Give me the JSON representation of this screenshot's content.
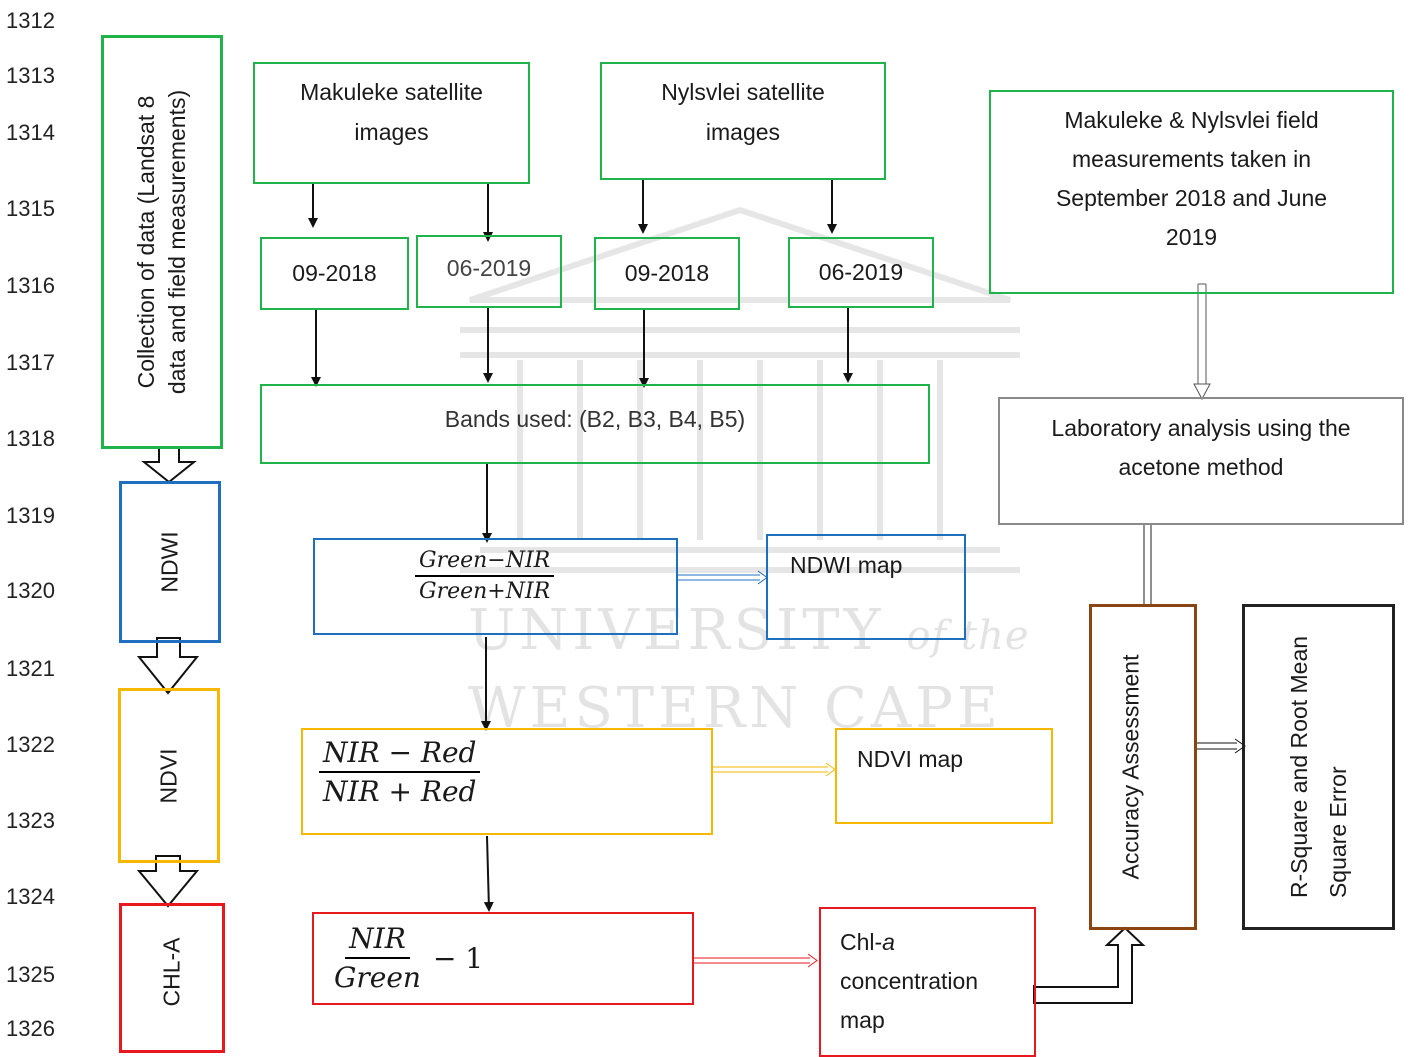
{
  "line_numbers": [
    "1312",
    "1313",
    "1314",
    "1315",
    "1316",
    "1317",
    "1318",
    "1319",
    "1320",
    "1321",
    "1322",
    "1323",
    "1324",
    "1325",
    "1326"
  ],
  "steps": {
    "collection": "Collection of data (Landsat 8\ndata and field measurements)",
    "ndwi": "NDWI",
    "ndvi": "NDVI",
    "chla": "CHL-A"
  },
  "sources": {
    "makuleke": "Makuleke satellite\nimages",
    "nylsvlei": "Nylsvlei satellite\nimages",
    "field": "Makuleke & Nylsvlei field\nmeasurements taken in\nSeptember 2018 and June\n2019"
  },
  "dates": {
    "mak_2018": "09-2018",
    "mak_2019": "06-2019",
    "nyl_2018": "09-2018",
    "nyl_2019": "06-2019"
  },
  "bands": "Bands used: (B2, B3, B4, B5)",
  "formulas": {
    "ndwi_num": "Green−NIR",
    "ndwi_den": "Green+NIR",
    "ndvi_num": "NIR − Red",
    "ndvi_den": "NIR + Red",
    "chla_num": "NIR",
    "chla_den": "Green",
    "chla_suffix": "− 1"
  },
  "outputs": {
    "ndwi_map": "NDWI map",
    "ndvi_map": "NDVI map",
    "chla_map_prefix": "Chl-",
    "chla_map_italic": "a",
    "chla_map_rest": "concentration\nmap"
  },
  "lab": "Laboratory analysis using the\nacetone method",
  "accuracy": "Accuracy Assessment",
  "result": "R-Square and Root Mean\nSquare Error",
  "watermark": {
    "line1": "UNIVERSITY",
    "line1_italic": "of the",
    "line2": "WESTERN CAPE"
  },
  "colors": {
    "green": "#1fb34a",
    "blue": "#1f6fbf",
    "yellow": "#f5b700",
    "red": "#e8191e",
    "brown": "#8b4513",
    "black": "#222222",
    "gray": "#8a8a8a"
  }
}
